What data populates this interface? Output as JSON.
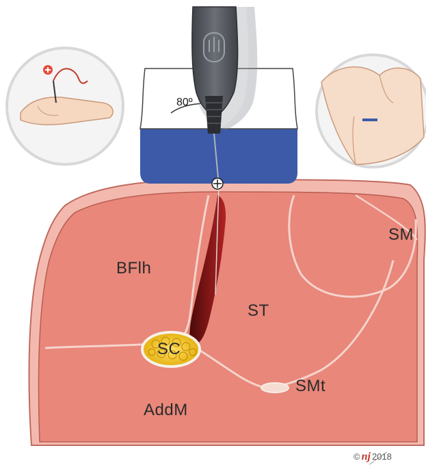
{
  "labels": {
    "bfih": "BFlh",
    "st": "ST",
    "sm": "SM",
    "sc": "SC",
    "smt": "SMt",
    "addm": "AddM"
  },
  "probe": {
    "angle": "80º"
  },
  "footer": {
    "copyright_symbol": "©",
    "logo_text": "nj",
    "year": "2018"
  },
  "colors": {
    "muscle": "#e8877a",
    "muscle_outline": "#c06a5f",
    "gel": "#3c5aa8",
    "nerve": "#f0c830",
    "hematoma": "#8a1a1a",
    "probe": "#5a5d63"
  }
}
